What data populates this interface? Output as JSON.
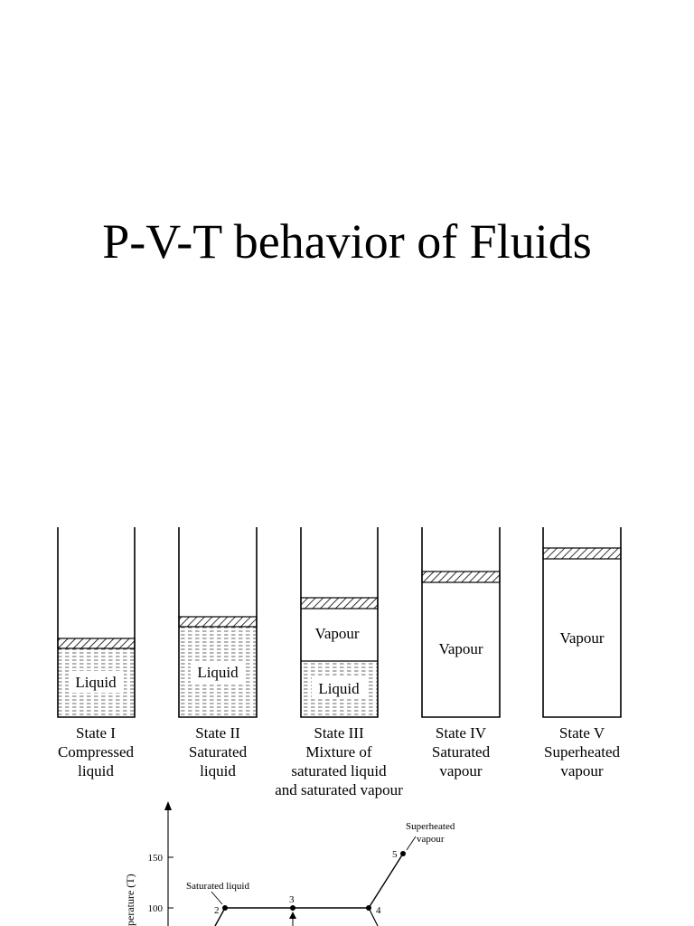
{
  "slide": {
    "title": "P-V-T behavior of Fluids"
  },
  "cylinders": [
    {
      "state": "State I",
      "caption_lines": [
        "Compressed",
        "liquid"
      ],
      "liquid_label": "Liquid",
      "vapour_label": ""
    },
    {
      "state": "State II",
      "caption_lines": [
        "Saturated",
        "liquid"
      ],
      "liquid_label": "Liquid",
      "vapour_label": ""
    },
    {
      "state": "State III",
      "caption_lines": [
        "Mixture of",
        "saturated liquid",
        "and saturated vapour"
      ],
      "liquid_label": "Liquid",
      "vapour_label": "Vapour"
    },
    {
      "state": "State IV",
      "caption_lines": [
        "Saturated",
        "vapour"
      ],
      "liquid_label": "",
      "vapour_label": "Vapour"
    },
    {
      "state": "State V",
      "caption_lines": [
        "Superheated",
        "vapour"
      ],
      "liquid_label": "",
      "vapour_label": "Vapour"
    }
  ],
  "graph": {
    "y_axis_label": "perature (T)",
    "y_ticks": [
      "150",
      "100"
    ],
    "point_labels": [
      "2",
      "3",
      "4",
      "5"
    ],
    "annotations": {
      "saturated_liquid": "Saturated liquid",
      "superheated_line1": "Superheated",
      "superheated_line2": "vapour"
    }
  }
}
